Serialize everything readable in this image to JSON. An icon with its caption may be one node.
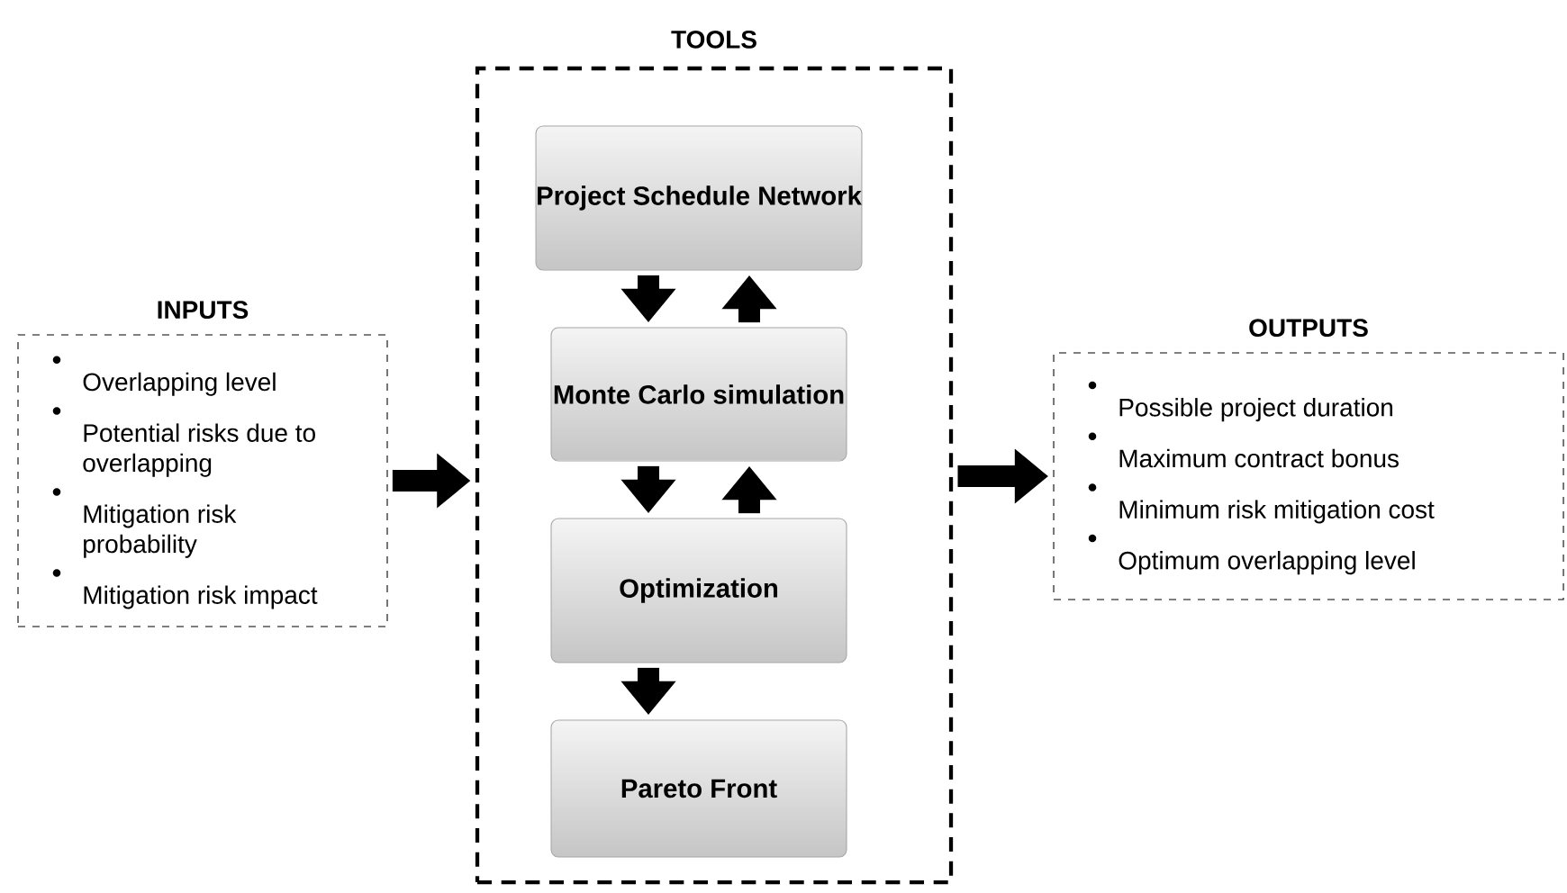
{
  "diagram": {
    "nodes": [
      {
        "text": [
          "INPUTS",
          "Overlapping level",
          "Potential risks due to overlapping",
          "Mitigation risk probability",
          "Mitigation risk impact"
        ]
      },
      {
        "text": [
          "TOOLS"
        ]
      },
      {
        "text": [
          "Project Schedule Network"
        ],
        "in": 1
      },
      {
        "text": [
          "Monte Carlo simulation"
        ],
        "in": 1
      },
      {
        "text": [
          "Optimization"
        ],
        "in": 1
      },
      {
        "text": [
          "Pareto Front"
        ],
        "in": 1
      },
      {
        "text": [
          "OUTPUTS",
          "Possible project duration",
          "Maximum contract bonus",
          "Minimum risk mitigation cost",
          "Optimum overlapping level"
        ]
      }
    ],
    "edges": [
      {
        "from": 0,
        "to": 1,
        "arrow": "to"
      },
      {
        "from": 1,
        "to": 6,
        "arrow": "to"
      },
      {
        "from": 2,
        "to": 3,
        "arrow": "to"
      },
      {
        "from": 3,
        "to": 2,
        "arrow": "to"
      },
      {
        "from": 3,
        "to": 4,
        "arrow": "to"
      },
      {
        "from": 4,
        "to": 3,
        "arrow": "to"
      },
      {
        "from": 4,
        "to": 5,
        "arrow": "to"
      }
    ]
  }
}
